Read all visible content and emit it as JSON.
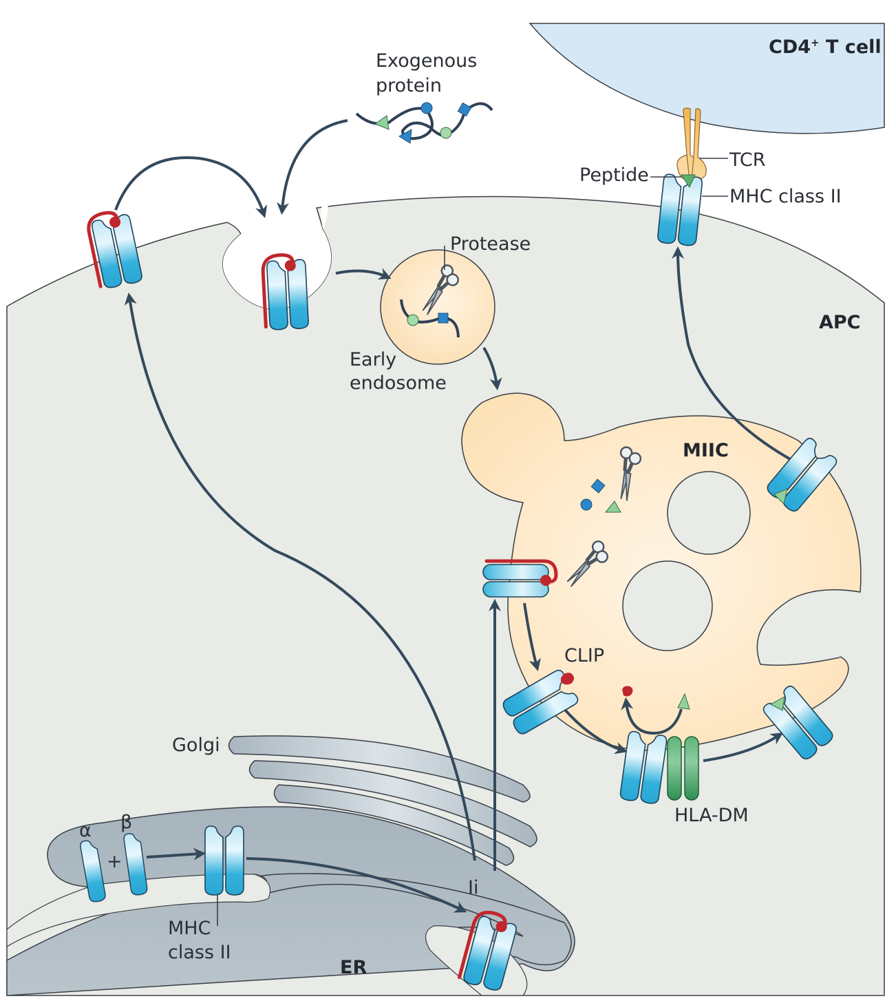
{
  "title": "MHC class II antigen processing and presentation pathway",
  "labels": {
    "t_cell": "CD4",
    "t_cell_sup": "+",
    "t_cell_rest": " T cell",
    "exogenous_line1": "Exogenous",
    "exogenous_line2": "protein",
    "tcr": "TCR",
    "peptide": "Peptide",
    "mhc_surface": "MHC class II",
    "protease": "Protease",
    "apc": "APC",
    "early_line1": "Early",
    "early_line2": "endosome",
    "miic": "MIIC",
    "clip": "CLIP",
    "hla_dm": "HLA-DM",
    "golgi": "Golgi",
    "alpha": "α",
    "beta": "β",
    "plus": "+",
    "mhc_er_line1": "MHC",
    "mhc_er_line2": "class II",
    "ii": "Ii",
    "er": "ER"
  },
  "colors": {
    "t_cell_fill": "#d6e8f5",
    "apc_fill": "#e8ebe6",
    "er_fill": "#a9b6bf",
    "golgi_fill": "#bcc6cd",
    "endosome_fill": "#fde7c4",
    "mhc_blue": "#3ab4dd",
    "invariant_chain": "#c0272d",
    "hla_dm_green": "#3a9a5c",
    "peptide_green": "#8fd19a",
    "tcr_orange": "#f7c06a",
    "arrow": "#34495c"
  }
}
